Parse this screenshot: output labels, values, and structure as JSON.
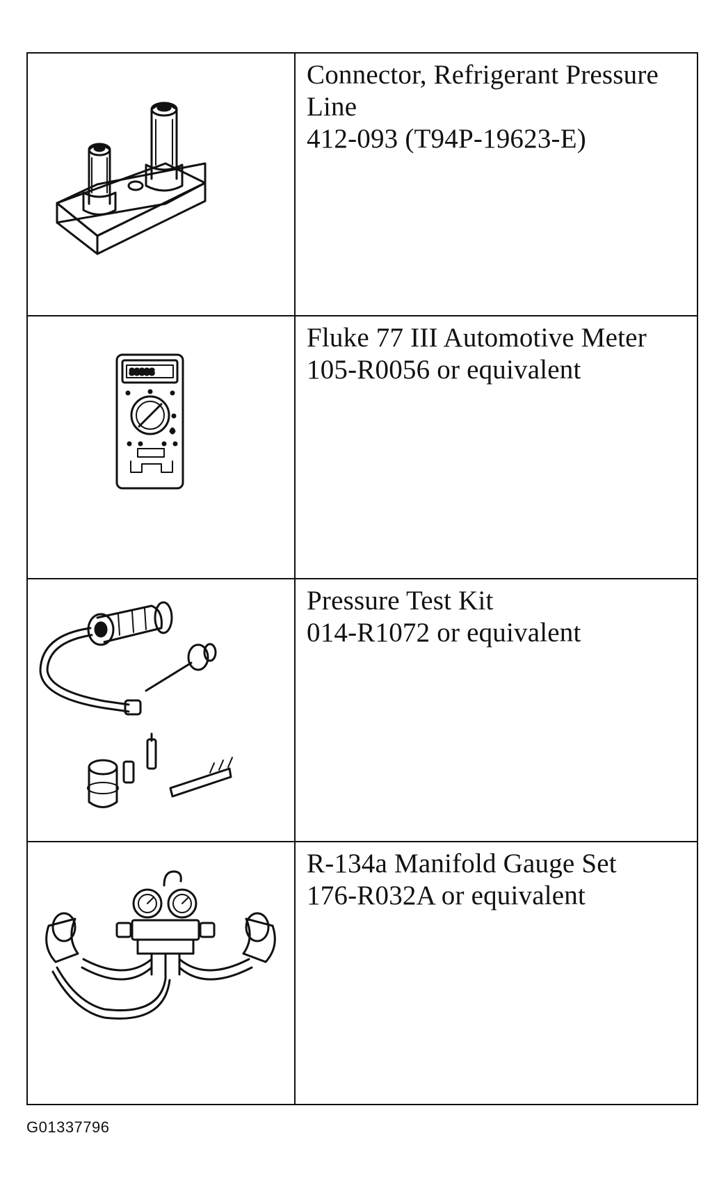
{
  "tools": [
    {
      "lines": [
        "Connector, Refrigerant Pressure",
        "Line",
        "412-093 (T94P-19623-E)"
      ],
      "illustration": "pressure-line-connector"
    },
    {
      "lines": [
        "Fluke 77 III Automotive Meter",
        "105-R0056 or equivalent"
      ],
      "illustration": "automotive-meter"
    },
    {
      "lines": [
        "Pressure Test Kit",
        "014-R1072 or equivalent"
      ],
      "illustration": "pressure-test-kit"
    },
    {
      "lines": [
        "R-134a Manifold Gauge Set",
        "176-R032A or equivalent"
      ],
      "illustration": "manifold-gauge-set"
    }
  ],
  "figure_id": "G01337796"
}
